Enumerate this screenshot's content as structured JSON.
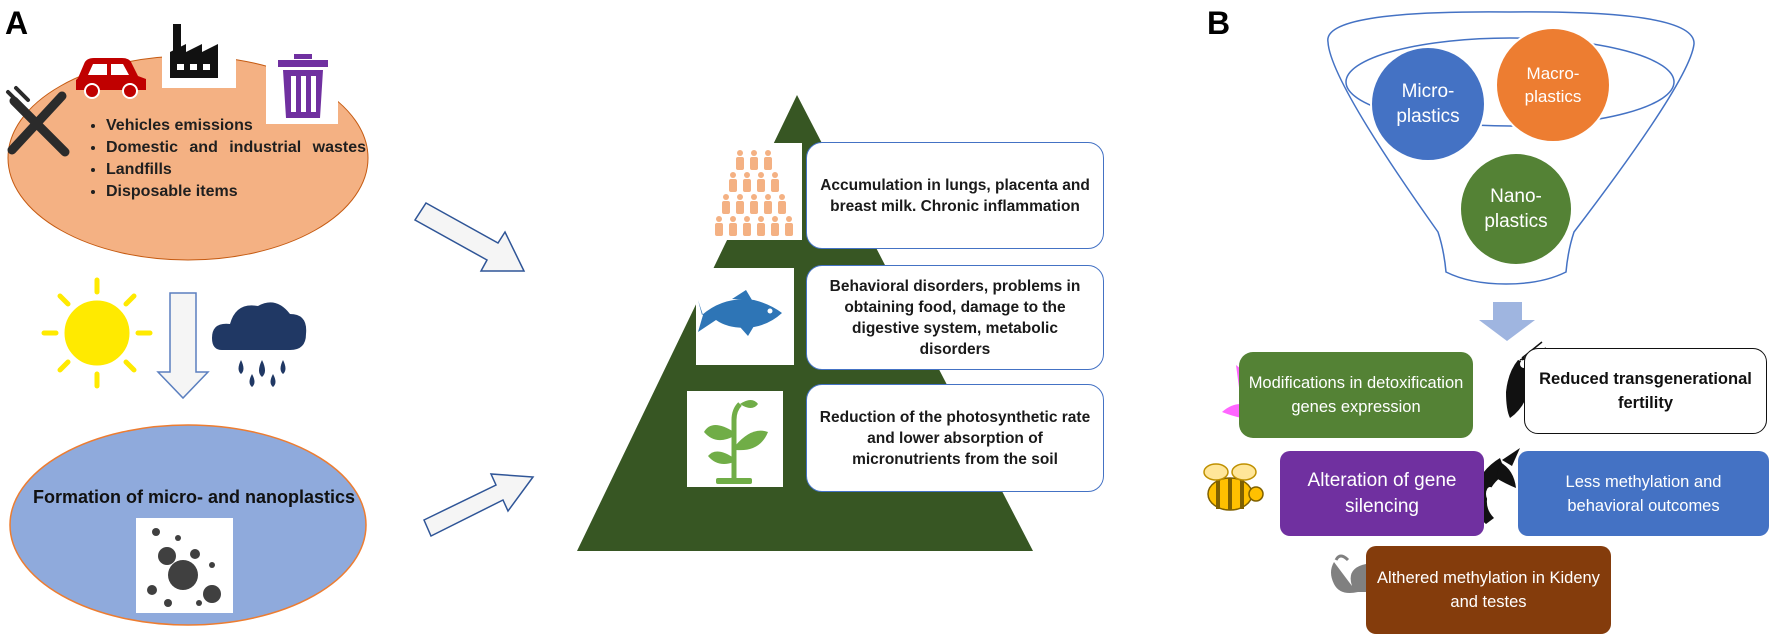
{
  "panels": {
    "a": "A",
    "b": "B"
  },
  "sources": [
    "Vehicles emissions",
    "Domestic and industrial wastes",
    "Landfills",
    "Disposable items"
  ],
  "formation_label": "Formation of micro- and nanoplastics",
  "pyramid_impacts": {
    "humans": "Accumulation in lungs, placenta and breast milk. Chronic inflammation",
    "fish": "Behavioral disorders, problems in obtaining food, damage to the digestive system, metabolic disorders",
    "plants": "Reduction of the photosynthetic rate and lower absorption of micronutrients from the soil"
  },
  "plastic_types": {
    "micro": "Micro-\nplastics",
    "macro": "Macro-\nplastics",
    "nano": "Nano-\nplastics"
  },
  "effects": {
    "detox": "Modifications in detoxification genes expression",
    "fertility": "Reduced transgenerational fertility",
    "silencing": "Alteration of gene silencing",
    "methylation": "Less methylation and behavioral outcomes",
    "kidney": "Althered methylation in Kideny and testes"
  },
  "colors": {
    "source_oval": "#f4b183",
    "formation_oval": "#8faadc",
    "pyramid": "#375623",
    "micro": "#4472c4",
    "macro": "#ed7d31",
    "nano": "#548235",
    "detox": "#548235",
    "silencing": "#7030a0",
    "methylation": "#4472c4",
    "kidney": "#843c0c"
  }
}
